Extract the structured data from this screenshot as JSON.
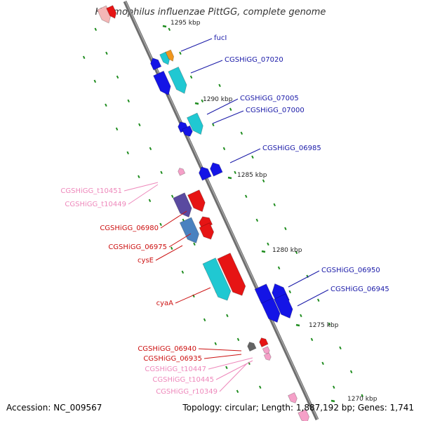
{
  "title": "Haemophilus influenzae PittGG, complete genome",
  "accession_text": "Accession: NC_009567",
  "topology_text": "Topology: circular; Length: 1,887,192 bp; Genes: 1,741",
  "colors": {
    "backbone": "#8c8c8c",
    "tick": "#1e8c1e",
    "label_blue": "#1a1aa8",
    "label_red": "#cc1111",
    "label_pink": "#ee88bb",
    "gene_blue": "#1414e6",
    "gene_cyan": "#20c8d2",
    "gene_red": "#e61414",
    "gene_orange": "#f0961e",
    "gene_purple": "#5a4aa0",
    "gene_steel": "#4a82c0",
    "gene_pink": "#f5a0c8",
    "gene_gray": "#646464"
  },
  "scale_labels": [
    "1295 kbp",
    "1290 kbp",
    "1285 kbp",
    "1280 kbp",
    "1275 kbp",
    "1270 kbp"
  ],
  "gene_labels": [
    {
      "text": "fucI",
      "color": "blue"
    },
    {
      "text": "CGSHiGG_07020",
      "color": "blue"
    },
    {
      "text": "CGSHiGG_07005",
      "color": "blue"
    },
    {
      "text": "CGSHiGG_07000",
      "color": "blue"
    },
    {
      "text": "CGSHiGG_06985",
      "color": "blue"
    },
    {
      "text": "CGSHiGG_t10451",
      "color": "pink"
    },
    {
      "text": "CGSHiGG_t10449",
      "color": "pink"
    },
    {
      "text": "CGSHiGG_06980",
      "color": "red"
    },
    {
      "text": "CGSHiGG_06975",
      "color": "red"
    },
    {
      "text": "cysE",
      "color": "red"
    },
    {
      "text": "cyaA",
      "color": "red"
    },
    {
      "text": "CGSHiGG_06950",
      "color": "blue"
    },
    {
      "text": "CGSHiGG_06945",
      "color": "blue"
    },
    {
      "text": "CGSHiGG_06940",
      "color": "red"
    },
    {
      "text": "CGSHiGG_06935",
      "color": "red"
    },
    {
      "text": "CGSHiGG_t10447",
      "color": "pink"
    },
    {
      "text": "CGSHiGG_t10445",
      "color": "pink"
    },
    {
      "text": "CGSHiGG_r10349",
      "color": "pink"
    }
  ]
}
